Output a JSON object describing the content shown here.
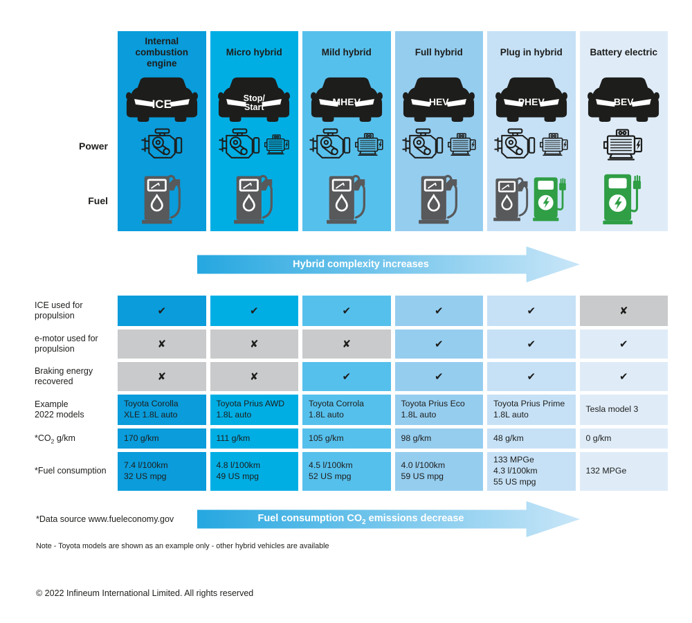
{
  "palette": {
    "css_vars": {
      "c1": "#0A9CDB",
      "c2": "#00AEE4",
      "c3": "#56C0EC",
      "c4": "#95CDEF",
      "c5": "#C6E1F6",
      "c6": "#DFECF8",
      "gray": "#C9CACB",
      "green": "#2F9E45",
      "pump-gray": "#58595B",
      "ink": "#1D1D1B",
      "arrow-from": "#25A7E0",
      "arrow-to": "#C9E6F8"
    }
  },
  "side_labels": {
    "power": "Power",
    "fuel": "Fuel"
  },
  "columns": [
    {
      "header": "Internal combustion engine",
      "car_label_line1": "ICE",
      "power_icons": [
        "engine-icon"
      ],
      "fuel_icons": [
        "fuel-pump-icon"
      ]
    },
    {
      "header": "Micro hybrid",
      "car_label_line1": "Stop/",
      "car_label_line2": "Start",
      "power_icons": [
        "engine-icon",
        "e-motor-icon"
      ],
      "fuel_icons": [
        "fuel-pump-icon"
      ]
    },
    {
      "header": "Mild hybrid",
      "car_label_line1": "MHEV",
      "power_icons": [
        "engine-icon",
        "e-motor-icon"
      ],
      "fuel_icons": [
        "fuel-pump-icon"
      ]
    },
    {
      "header": "Full hybrid",
      "car_label_line1": "HEV",
      "power_icons": [
        "engine-icon",
        "e-motor-icon"
      ],
      "fuel_icons": [
        "fuel-pump-icon"
      ]
    },
    {
      "header": "Plug in hybrid",
      "car_label_line1": "PHEV",
      "power_icons": [
        "engine-icon",
        "e-motor-icon"
      ],
      "fuel_icons": [
        "fuel-pump-icon",
        "ev-charger-icon"
      ]
    },
    {
      "header": "Battery electric",
      "car_label_line1": "BEV",
      "power_icons": [
        "e-motor-icon"
      ],
      "fuel_icons": [
        "ev-charger-icon"
      ]
    }
  ],
  "arrows": {
    "top_label": "Hybrid complexity increases",
    "bottom_label_pre": "Fuel consumption CO",
    "bottom_label_sub": "2",
    "bottom_label_post": " emissions decrease"
  },
  "table": {
    "check_rows": [
      {
        "label": "ICE used for propulsion",
        "cells": [
          "✔",
          "✔",
          "✔",
          "✔",
          "✔",
          "✘"
        ]
      },
      {
        "label": "e-motor used for propulsion",
        "cells": [
          "✘",
          "✘",
          "✘",
          "✔",
          "✔",
          "✔"
        ]
      },
      {
        "label": "Braking energy recovered",
        "cells": [
          "✘",
          "✘",
          "✔",
          "✔",
          "✔",
          "✔"
        ]
      }
    ],
    "example_row": {
      "label_line1": "Example",
      "label_line2": "2022 models",
      "cells": [
        [
          "Toyota Corolla",
          "XLE 1.8L auto"
        ],
        [
          "Toyota Prius AWD",
          "1.8L auto"
        ],
        [
          "Toyota Corrola",
          "1.8L auto"
        ],
        [
          "Toyota Prius Eco",
          "1.8L auto"
        ],
        [
          "Toyota Prius Prime",
          "1.8L auto"
        ],
        [
          "Tesla model 3"
        ]
      ]
    },
    "co2_row": {
      "label_pre": "*CO",
      "label_sub": "2",
      "label_post": " g/km",
      "cells": [
        "170 g/km",
        "111 g/km",
        "105 g/km",
        "98 g/km",
        "48 g/km",
        "0 g/km"
      ]
    },
    "fuel_row": {
      "label": "*Fuel consumption",
      "cells": [
        [
          "7.4 l/100km",
          "32 US mpg"
        ],
        [
          "4.8 l/100km",
          "49 US mpg"
        ],
        [
          "4.5 l/100km",
          "52 US mpg"
        ],
        [
          "4.0 l/100km",
          "59 US mpg"
        ],
        [
          "133 MPGe",
          "4.3 l/100km",
          "55 US mpg"
        ],
        [
          "132 MPGe"
        ]
      ]
    }
  },
  "footer": {
    "data_source": "*Data source www.fueleconomy.gov",
    "note": "Note - Toyota models are shown as an example only - other hybrid vehicles are available",
    "copyright": "© 2022  Infineum International Limited. All rights reserved"
  }
}
